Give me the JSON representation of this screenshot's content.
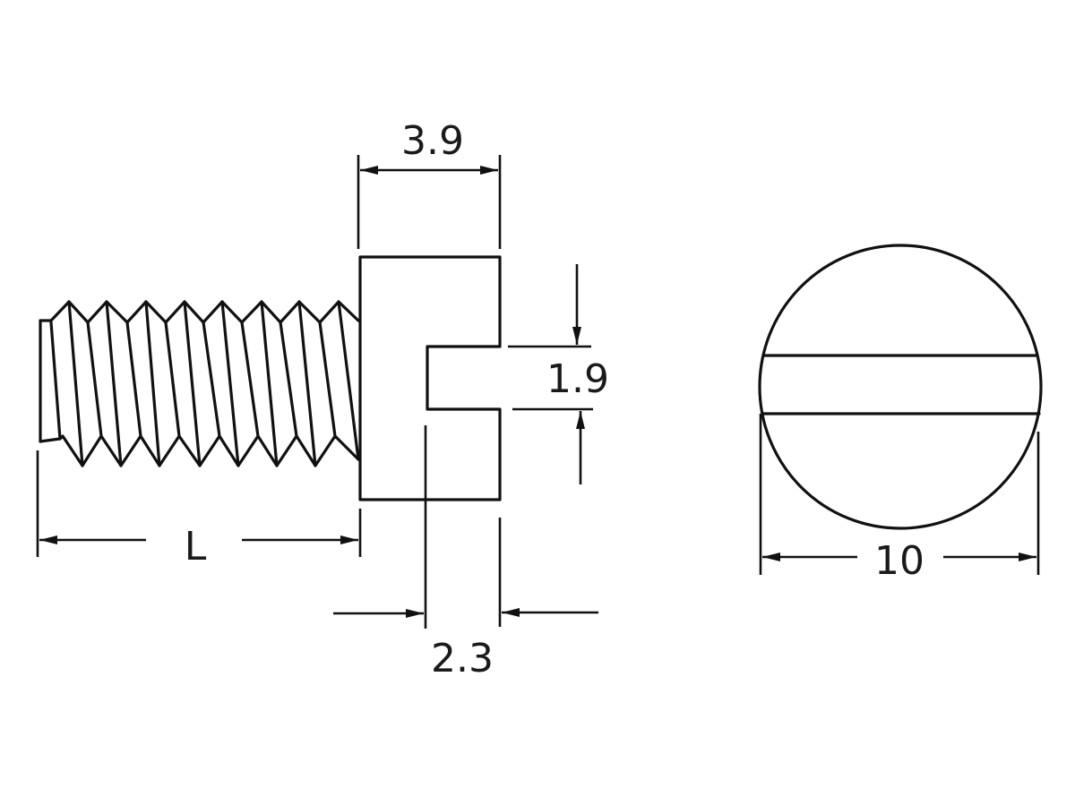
{
  "drawing": {
    "subject": "slotted cheese head screw",
    "colors": {
      "line": "#111111",
      "background": "#ffffff"
    },
    "views": {
      "side_view": {
        "dimensions": {
          "head_height": {
            "label": "3.9"
          },
          "slot_width": {
            "label": "1.9"
          },
          "slot_depth": {
            "label": "2.3"
          },
          "length": {
            "label": "L"
          }
        }
      },
      "top_view": {
        "dimensions": {
          "head_diameter": {
            "label": "10"
          }
        }
      }
    }
  }
}
